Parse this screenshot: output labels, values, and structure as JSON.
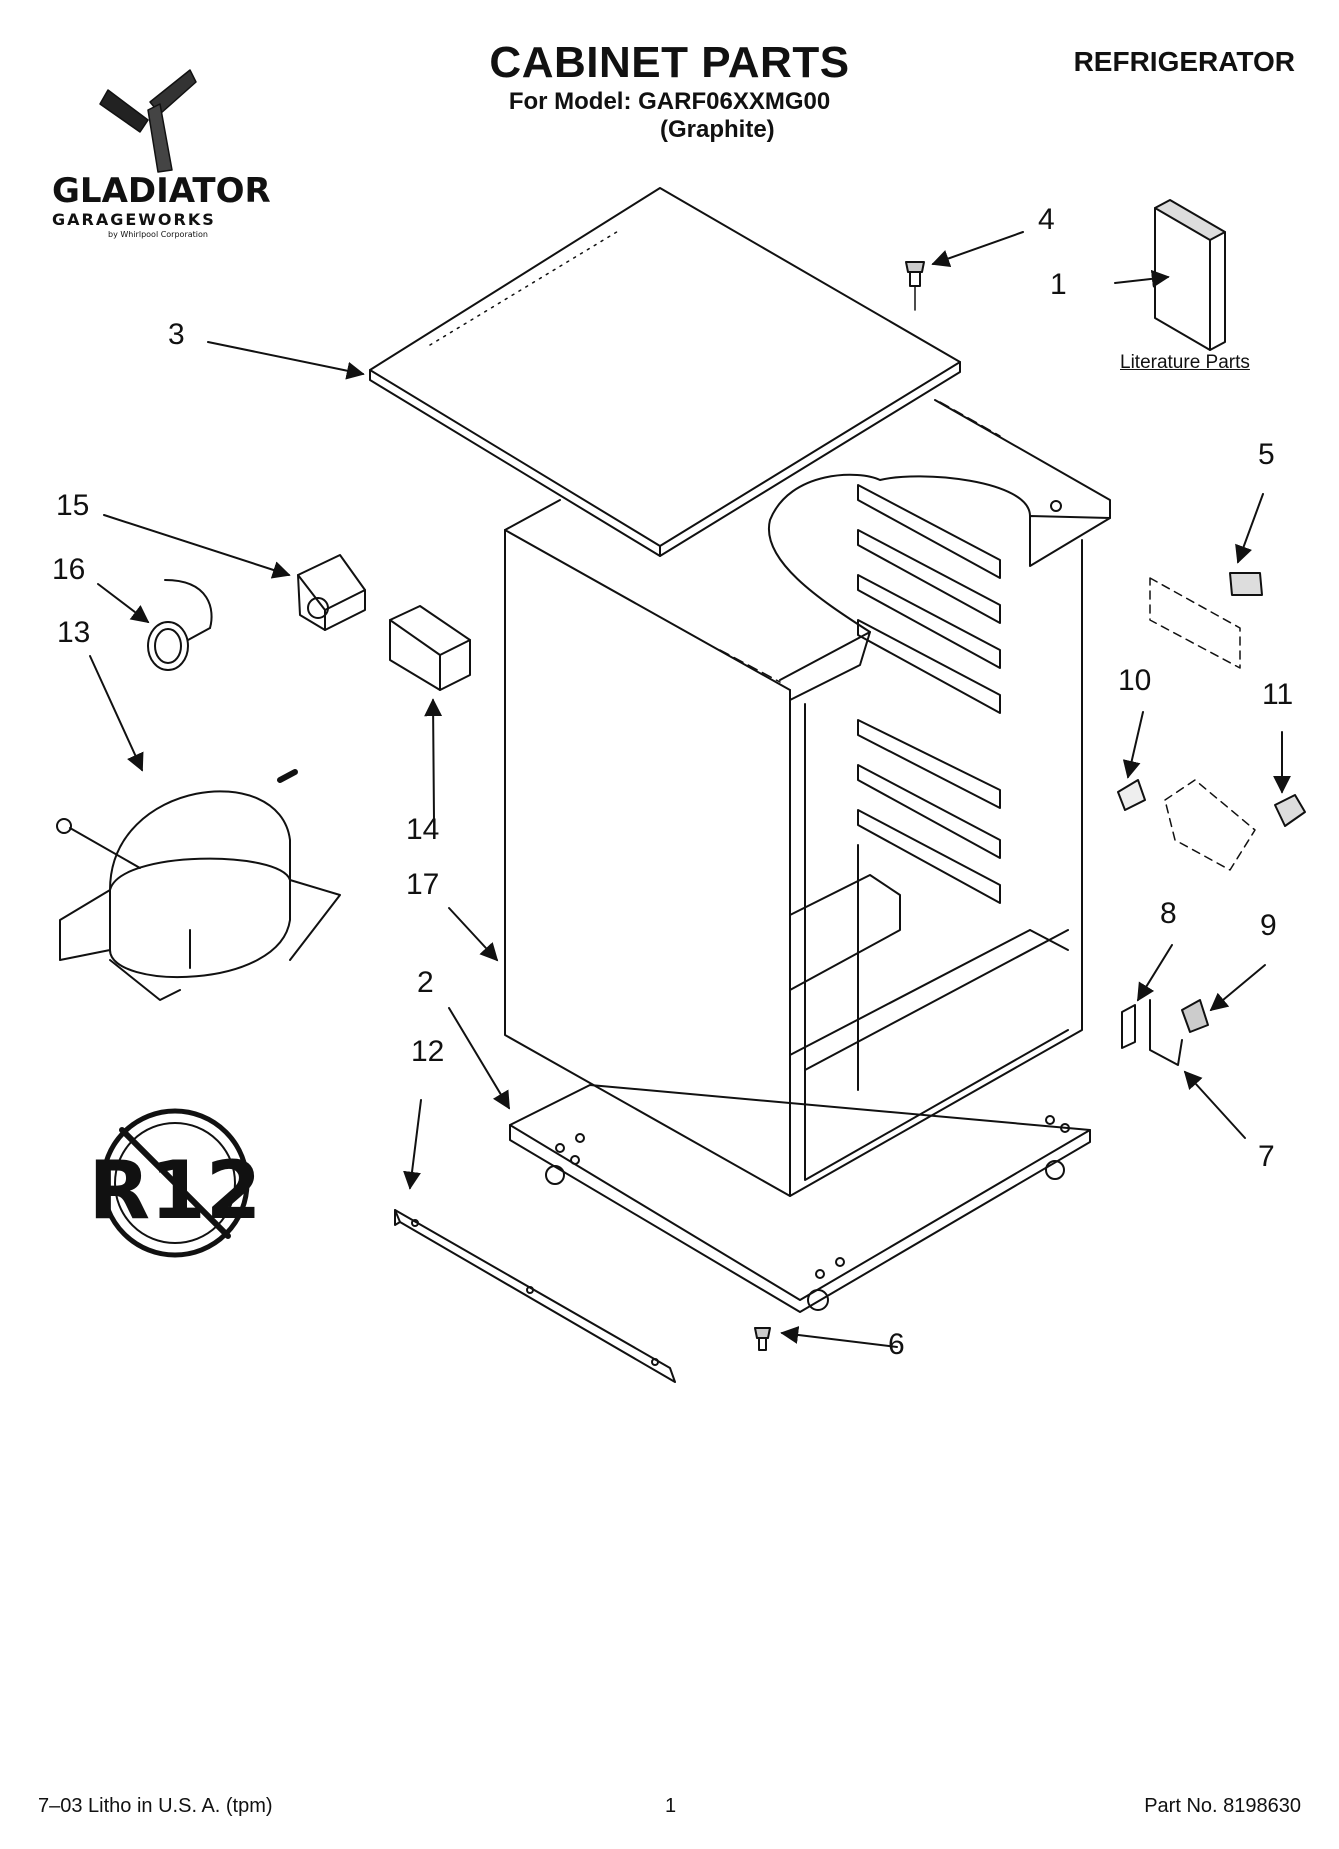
{
  "header": {
    "title": "CABINET PARTS",
    "model_line": "For Model: GARF06XXMG00",
    "color_line": "(Graphite)",
    "category": "REFRIGERATOR"
  },
  "logo": {
    "brand": "GLADIATOR",
    "sub": "GARAGEWORKS",
    "tagline": "by Whirlpool Corporation"
  },
  "literature": {
    "label": "Literature Parts"
  },
  "badge": {
    "text": "R12"
  },
  "callouts": {
    "c1": "1",
    "c2": "2",
    "c3": "3",
    "c4": "4",
    "c5": "5",
    "c6": "6",
    "c7": "7",
    "c8": "8",
    "c9": "9",
    "c10": "10",
    "c11": "11",
    "c12": "12",
    "c13": "13",
    "c14": "14",
    "c15": "15",
    "c16": "16",
    "c17": "17"
  },
  "footer": {
    "left": "7–03 Litho in U.S. A. (tpm)",
    "center": "1",
    "right": "Part No. 8198630"
  }
}
